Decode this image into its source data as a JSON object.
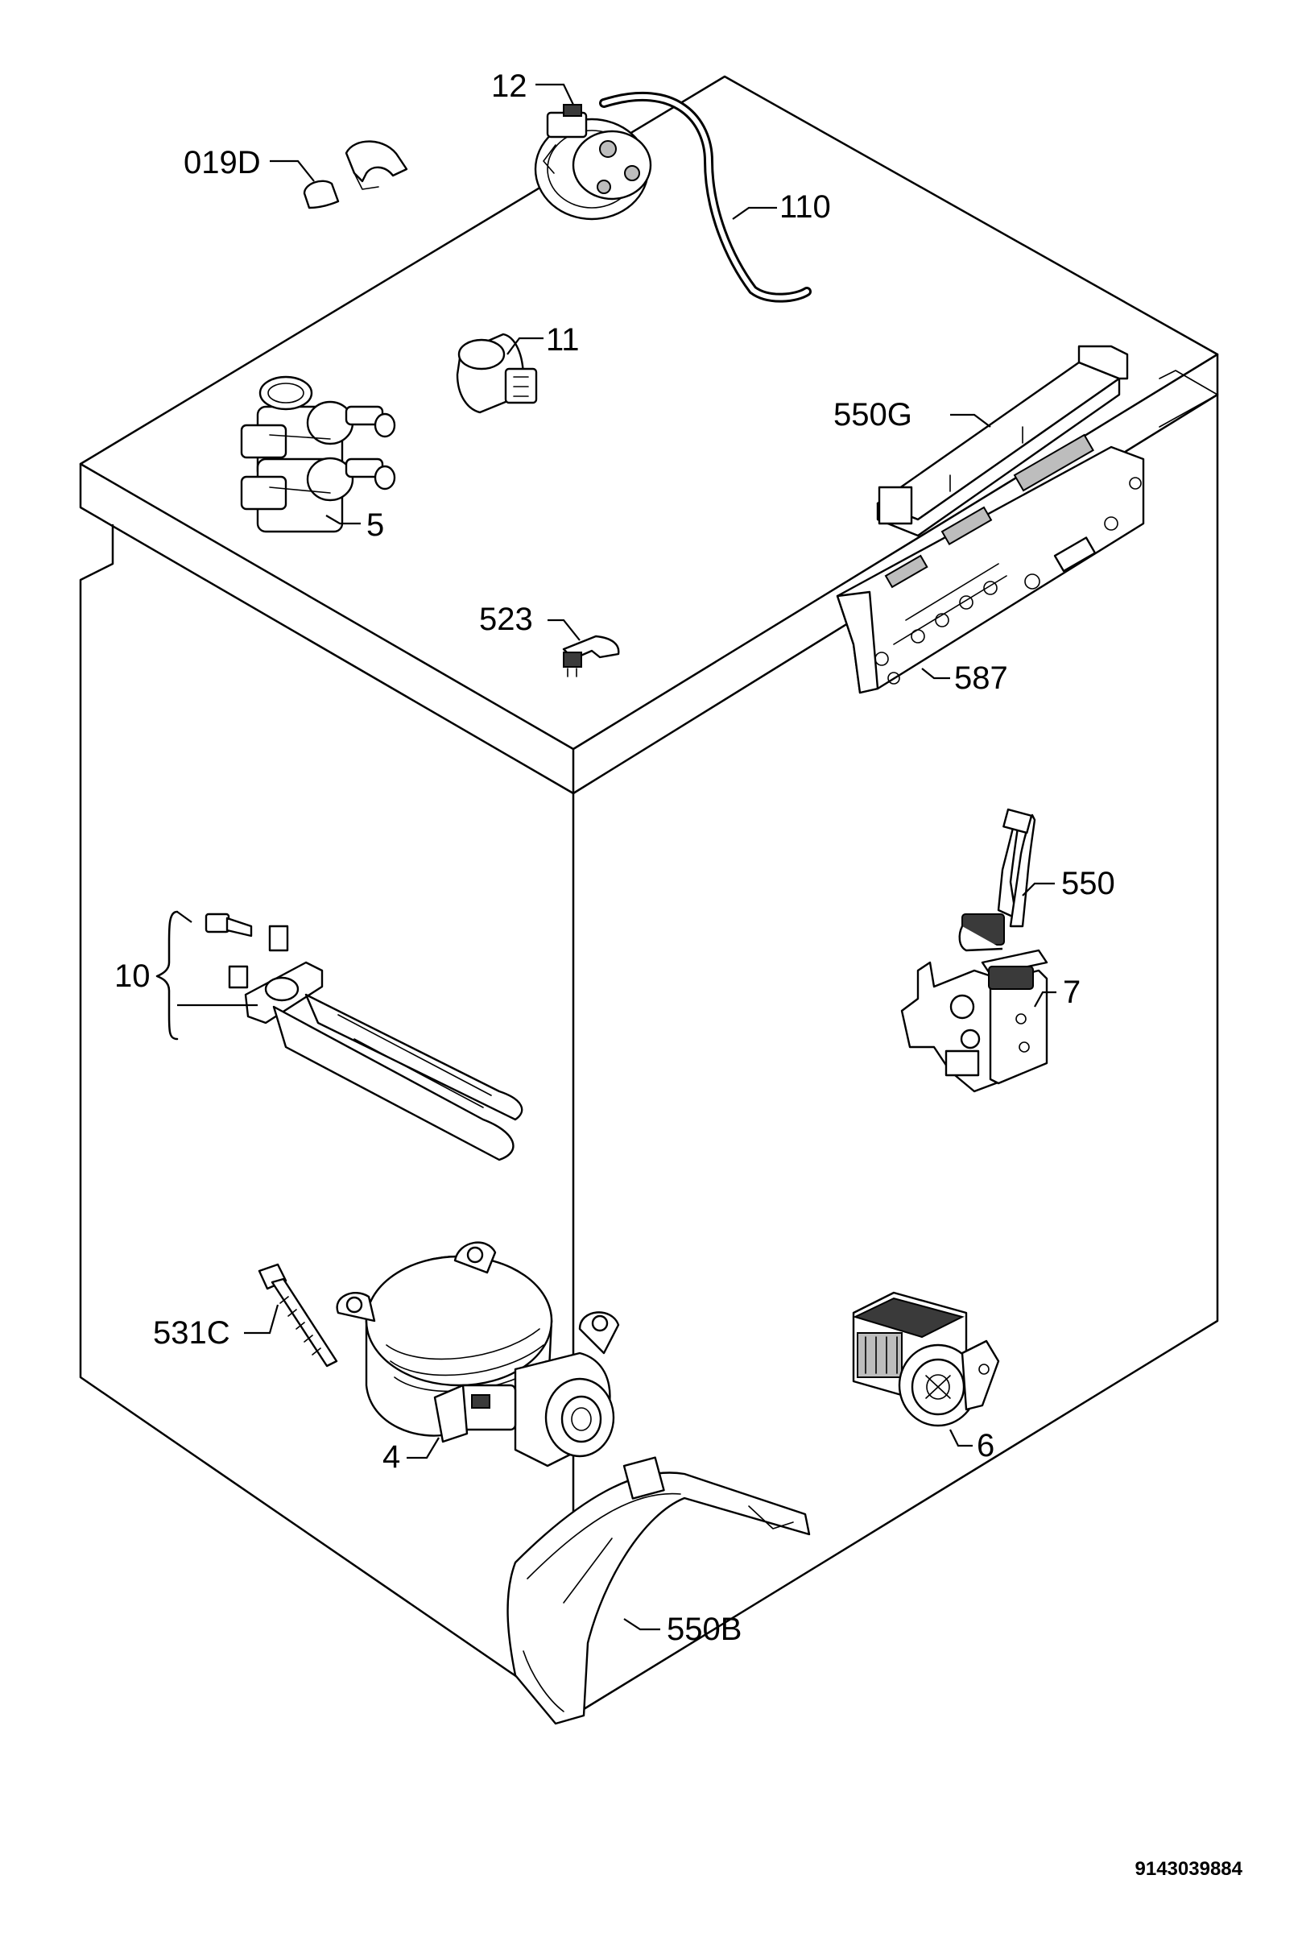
{
  "diagram": {
    "document_number": "9143039884",
    "callouts": {
      "c12": "12",
      "c019D": "019D",
      "c110": "110",
      "c11": "11",
      "c550G": "550G",
      "c5": "5",
      "c523": "523",
      "c587": "587",
      "c550": "550",
      "c10": "10",
      "c7": "7",
      "c531C": "531C",
      "c4": "4",
      "c6": "6",
      "c550B": "550B"
    }
  }
}
